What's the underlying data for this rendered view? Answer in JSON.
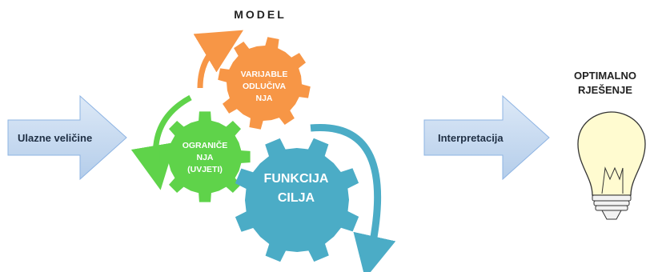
{
  "title": "MODEL",
  "result": {
    "line1": "OPTIMALNO",
    "line2": "RJEŠENJE"
  },
  "arrows": {
    "input": "Ulazne veličine",
    "interpretation": "Interpretacija"
  },
  "gears": {
    "variables": {
      "line1": "VARIJABLE",
      "line2": "ODLUČIVA",
      "line3": "NJA",
      "color": "#f79646"
    },
    "constraints": {
      "line1": "OGRANIČE",
      "line2": "NJA",
      "line3": "(UVJETI)",
      "color": "#5fd34a"
    },
    "objective": {
      "line1": "FUNKCIJA",
      "line2": "CILJA",
      "color": "#4bacc6"
    }
  },
  "colors": {
    "arrow_fill": "#c6d9f1",
    "arrow_stroke": "#8eb4e3",
    "bulb_fill": "#fffbd0",
    "outline": "#333333"
  },
  "icons": [
    "lightbulb-icon",
    "gear-icon",
    "curved-arrow-icon"
  ]
}
